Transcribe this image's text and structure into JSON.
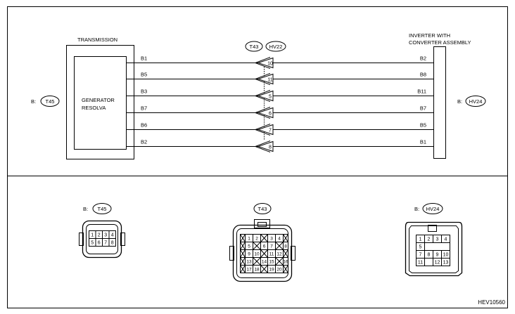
{
  "transmission_label": "TRANSMISSION",
  "inverter_label": [
    "INVERTER WITH",
    "CONVERTER ASSEMBLY"
  ],
  "generator_label": [
    "GENERATOR",
    "RESOLVA"
  ],
  "left_pins": [
    "B1",
    "B5",
    "B3",
    "B7",
    "B6",
    "B2"
  ],
  "right_pins": [
    "B2",
    "B8",
    "B11",
    "B7",
    "B5",
    "B1"
  ],
  "junction_numbers": [
    "10",
    "11",
    "5",
    "6",
    "7",
    "8"
  ],
  "connector_tags": {
    "left": {
      "prefix": "B:",
      "tag": "T45"
    },
    "right": {
      "prefix": "B:",
      "tag": "HV24"
    },
    "junction_a": "T43",
    "junction_b": "HV22"
  },
  "connectors": {
    "t45": {
      "prefix": "B:",
      "tag": "T45",
      "cells": [
        "1",
        "2",
        "3",
        "4",
        "5",
        "6",
        "7",
        "8"
      ]
    },
    "t43": {
      "tag": "T43",
      "rows": [
        [
          "X",
          "1",
          "2",
          "X",
          "3",
          "4",
          "X"
        ],
        [
          "X",
          "5",
          "X",
          "6",
          "7",
          "X",
          "8"
        ],
        [
          "X",
          "9",
          "10",
          "X",
          "11",
          "12",
          "X"
        ],
        [
          "X",
          "13",
          "X",
          "14",
          "15",
          "X",
          "16"
        ],
        [
          "X",
          "17",
          "18",
          "X",
          "19",
          "20",
          "X"
        ]
      ]
    },
    "hv24": {
      "prefix": "B:",
      "tag": "HV24",
      "rows": [
        [
          "1",
          "2",
          "3",
          "4"
        ],
        [
          "5",
          "",
          "",
          ""
        ],
        [
          "7",
          "8",
          "9",
          "10"
        ],
        [
          "11",
          "",
          "12",
          "13"
        ]
      ]
    }
  },
  "figure_id": "HEV10560"
}
